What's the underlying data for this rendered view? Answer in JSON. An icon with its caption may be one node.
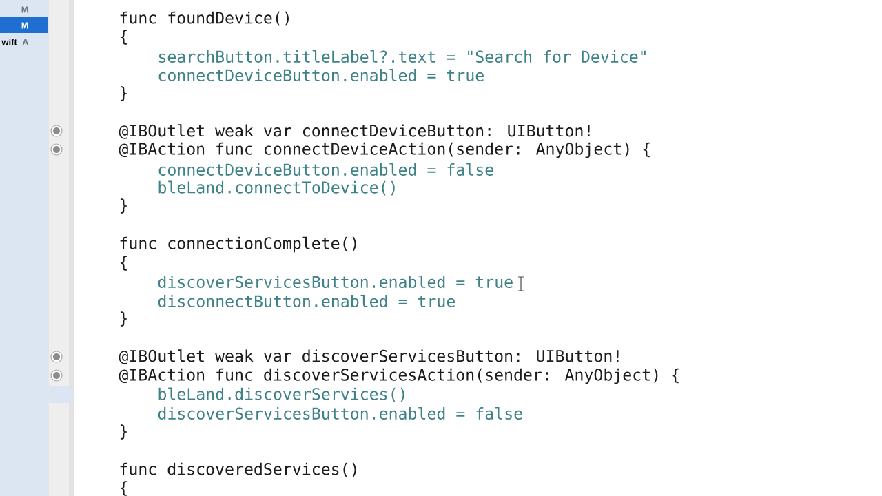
{
  "diagram": {
    "labels": [
      "M",
      "M",
      "wift",
      "A",
      "func foundDevice()",
      "{",
      "searchButton.titleLabel?.text = \"Search for Device\"",
      "connectDeviceButton.enabled = true",
      "}",
      "@IBOutlet weak var connectDeviceButton: UIButton!",
      "@IBAction func connectDeviceAction(sender: AnyObject) {",
      "connectDeviceButton.enabled = false",
      "bleLand.connectToDevice()",
      "}",
      "func connectionComplete()",
      "{",
      "discoverServicesButton.enabled = true",
      "disconnectButton.enabled = true",
      "}",
      "@IBOutlet weak var discoverServicesButton: UIButton!",
      "@IBAction func discoverServicesAction(sender: AnyObject) {",
      "bleLand.discoverServices()",
      "discoverServicesButton.enabled = false",
      "}",
      "func discoveredServices()",
      "{"
    ]
  }
}
